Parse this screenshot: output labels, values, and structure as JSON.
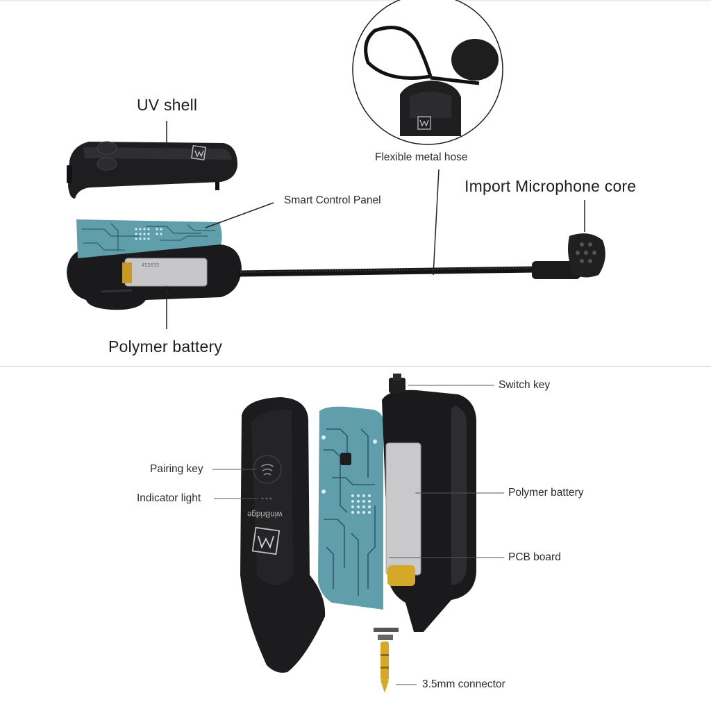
{
  "top_panel": {
    "labels": {
      "uv_shell": "UV shell",
      "flexible_hose": "Flexible metal hose",
      "smart_control": "Smart Control Panel",
      "mic_core": "Import Microphone core",
      "polymer_battery": "Polymer battery"
    }
  },
  "bottom_panel": {
    "labels": {
      "switch_key": "Switch key",
      "pairing_key": "Pairing key",
      "indicator_light": "Indicator light",
      "polymer_battery": "Polymer battery",
      "pcb_board": "PCB board",
      "connector": "3.5mm connector"
    },
    "brand_text": "winBridge"
  },
  "colors": {
    "device_body": "#1b1b1d",
    "pcb": "#5f9eaa",
    "battery": "#c9c9cb",
    "connector": "#d4a92a",
    "divider": "#cfcfcf"
  }
}
